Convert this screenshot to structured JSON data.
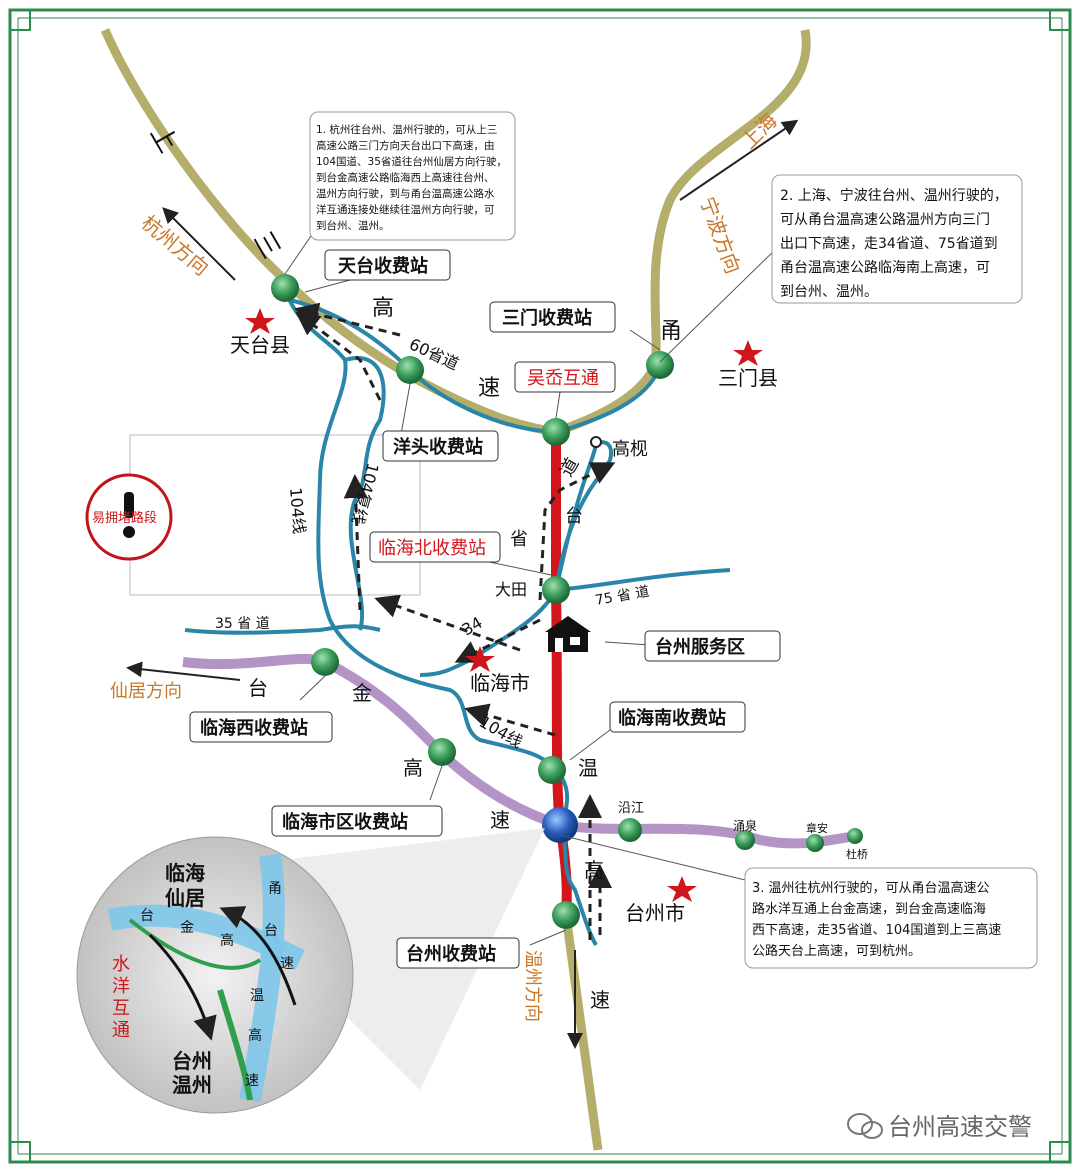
{
  "title_watermark": "台州高速交警",
  "warning": {
    "label": "易拥堵路段"
  },
  "roads": {
    "sansan_upper": "上",
    "sansan_mid": "三",
    "sansan_gao": "高",
    "sansan_su": "速",
    "prov60": "60省道",
    "yongtai_yong": "甬",
    "yongtai_tai": "台",
    "yongtai_wen": "温",
    "yongtai_gao": "高",
    "yongtai_su": "速",
    "road104": "104线",
    "road104_fu": "104复线",
    "road104_lower": "104线",
    "prov34": "34",
    "prov34_sheng": "省",
    "prov34_dao": "道",
    "prov34_tai": "台",
    "prov35": "35 省 道",
    "prov75": "75 省 道",
    "taijin_tai": "台",
    "taijin_jin": "金",
    "taijin_gao": "高",
    "taijin_su": "速"
  },
  "directions": {
    "hangzhou": "杭州方向",
    "shanghai": "上海",
    "ningbo": "宁波方向",
    "xianju": "仙居方向",
    "wenzhou": "温州方向"
  },
  "places": {
    "tiantai_county": "天台县",
    "sanmen_county": "三门县",
    "linhai_city": "临海市",
    "taizhou_city": "台州市",
    "gaoshi": "高枧",
    "datian": "大田",
    "yanjiang": "沿江",
    "yongquan": "涌泉",
    "zhangan": "章安",
    "duqiao": "杜桥"
  },
  "stations": {
    "tiantai": "天台收费站",
    "sanmen": "三门收费站",
    "wuqian": "吴岙互通",
    "yangtou": "洋头收费站",
    "linhai_north": "临海北收费站",
    "service": "台州服务区",
    "linhai_west": "临海西收费站",
    "linhai_south": "临海南收费站",
    "linhai_urban": "临海市区收费站",
    "taizhou": "台州收费站"
  },
  "notes": {
    "note1": [
      "1. 杭州往台州、温州行驶的，可从上三",
      "高速公路三门方向天台出口下高速，由",
      "104国道、35省道往台州仙居方向行驶，",
      "到台金高速公路临海西上高速往台州、",
      "温州方向行驶，到与甬台温高速公路水",
      "洋互通连接处继续往温州方向行驶，可",
      "到台州、温州。"
    ],
    "note2": [
      "2. 上海、宁波往台州、温州行驶的，",
      "可从甬台温高速公路温州方向三门",
      "出口下高速，走34省道、75省道到",
      "甬台温高速公路临海南上高速，可",
      "到台州、温州。"
    ],
    "note3": [
      "3. 温州往杭州行驶的，可从甬台温高速公",
      "路水洋互通上台金高速，到台金高速临海",
      "西下高速，走35省道、104国道到上三高速",
      "公路天台上高速，可到杭州。"
    ]
  },
  "inset": {
    "top_label_1": "临海",
    "top_label_2": "仙居",
    "interchange_1": "水",
    "interchange_2": "洋",
    "interchange_3": "互",
    "interchange_4": "通",
    "bottom_label_1": "台州",
    "bottom_label_2": "温州",
    "yong": "甬",
    "tai": "台",
    "su1": "速",
    "wen": "温",
    "gao": "高",
    "su2": "速",
    "tj_tai": "台",
    "tj_jin": "金",
    "tj_gao": "高"
  },
  "colors": {
    "frame": "#2e8b4e",
    "expressway": "#b5ad6a",
    "expressway_red": "#d3161b",
    "provincial": "#2a86a8",
    "taijin": "#b494c6",
    "station": "#3a9c5a",
    "label_orange": "#c8782a",
    "label_red": "#d0161b"
  }
}
